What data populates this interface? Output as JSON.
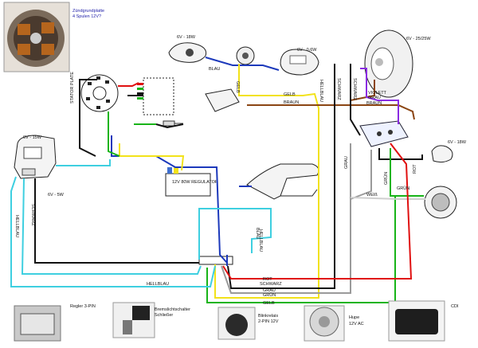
{
  "stator": {
    "title_line1": "Zündgrundplatte",
    "title_line2": "4 Spulen 12V?"
  },
  "lamps": {
    "front_left": "6V - 15W",
    "small_left": "6V - 5W",
    "top_mid": "6V - 18W",
    "speedo": "6V - 0,6W",
    "headlight": "6V - 25/25W",
    "right_small": "6V - 18W"
  },
  "modules": {
    "stator_plate": "STATOR PLATE",
    "regulator": "12V 80W REGULATOR"
  },
  "wire_labels": {
    "blau": "BLAU",
    "gelb": "GELB",
    "braun": "BRAUN",
    "schwarz": "SCHWARZ",
    "violett": "VIOLETT",
    "grau": "GRAU",
    "gruen": "GRÜN",
    "weiss": "WEIß",
    "rot": "ROT",
    "hellblau": "HELLBLAU",
    "blau_vertical": "BLAU"
  },
  "legend": [
    {
      "line1": "Regler 3-PIN",
      "line2": ""
    },
    {
      "line1": "Bremslichtschalter",
      "line2": "Schließer"
    },
    {
      "line1": "Blinkrelais",
      "line2": "2-PIN 12V"
    },
    {
      "line1": "Hupe",
      "line2": "12V AC"
    },
    {
      "line1": "CDI",
      "line2": ""
    }
  ],
  "colors": {
    "blue": "#1c39bb",
    "yellow": "#f2e21a",
    "brown": "#8b4513",
    "black": "#111111",
    "violet": "#8a2be2",
    "grey": "#9a9a9a",
    "green": "#18b418",
    "white_wire": "#cfcfcf",
    "red": "#e01010",
    "lightblue": "#3ecfe0"
  }
}
